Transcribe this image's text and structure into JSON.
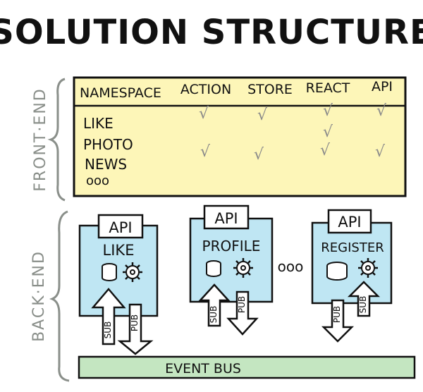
{
  "title": "SOLUTION STRUCTURE",
  "frontend": {
    "label": "FRONT·END",
    "columns": [
      "NAMESPACE",
      "ACTION",
      "STORE",
      "REACT",
      "API"
    ],
    "rows": [
      {
        "name": "LIKE",
        "checks": [
          true,
          true,
          true,
          true
        ]
      },
      {
        "name": "PHOTO",
        "checks": [
          false,
          false,
          true,
          false
        ]
      },
      {
        "name": "NEWS",
        "checks": [
          true,
          true,
          true,
          true
        ]
      },
      {
        "name": "ooo",
        "checks": [
          false,
          false,
          false,
          false
        ]
      }
    ],
    "check_mark": "√"
  },
  "backend": {
    "label": "BACK·END",
    "services": [
      {
        "api": "API",
        "name": "LIKE",
        "sub": "SUB",
        "pub": "PUB"
      },
      {
        "api": "API",
        "name": "PROFILE",
        "sub": "SUB",
        "pub": "PUB"
      },
      {
        "api": "API",
        "name": "REGISTER",
        "sub": "SUB",
        "pub": "PUB"
      }
    ],
    "ellipsis": "ooo",
    "event_bus": "EVENT BUS"
  },
  "colors": {
    "frontend_fill": "#fdf6b8",
    "service_fill": "#bfe6f3",
    "bus_fill": "#c4e6c1",
    "stroke": "#111111",
    "check": "#8a8a8a"
  }
}
